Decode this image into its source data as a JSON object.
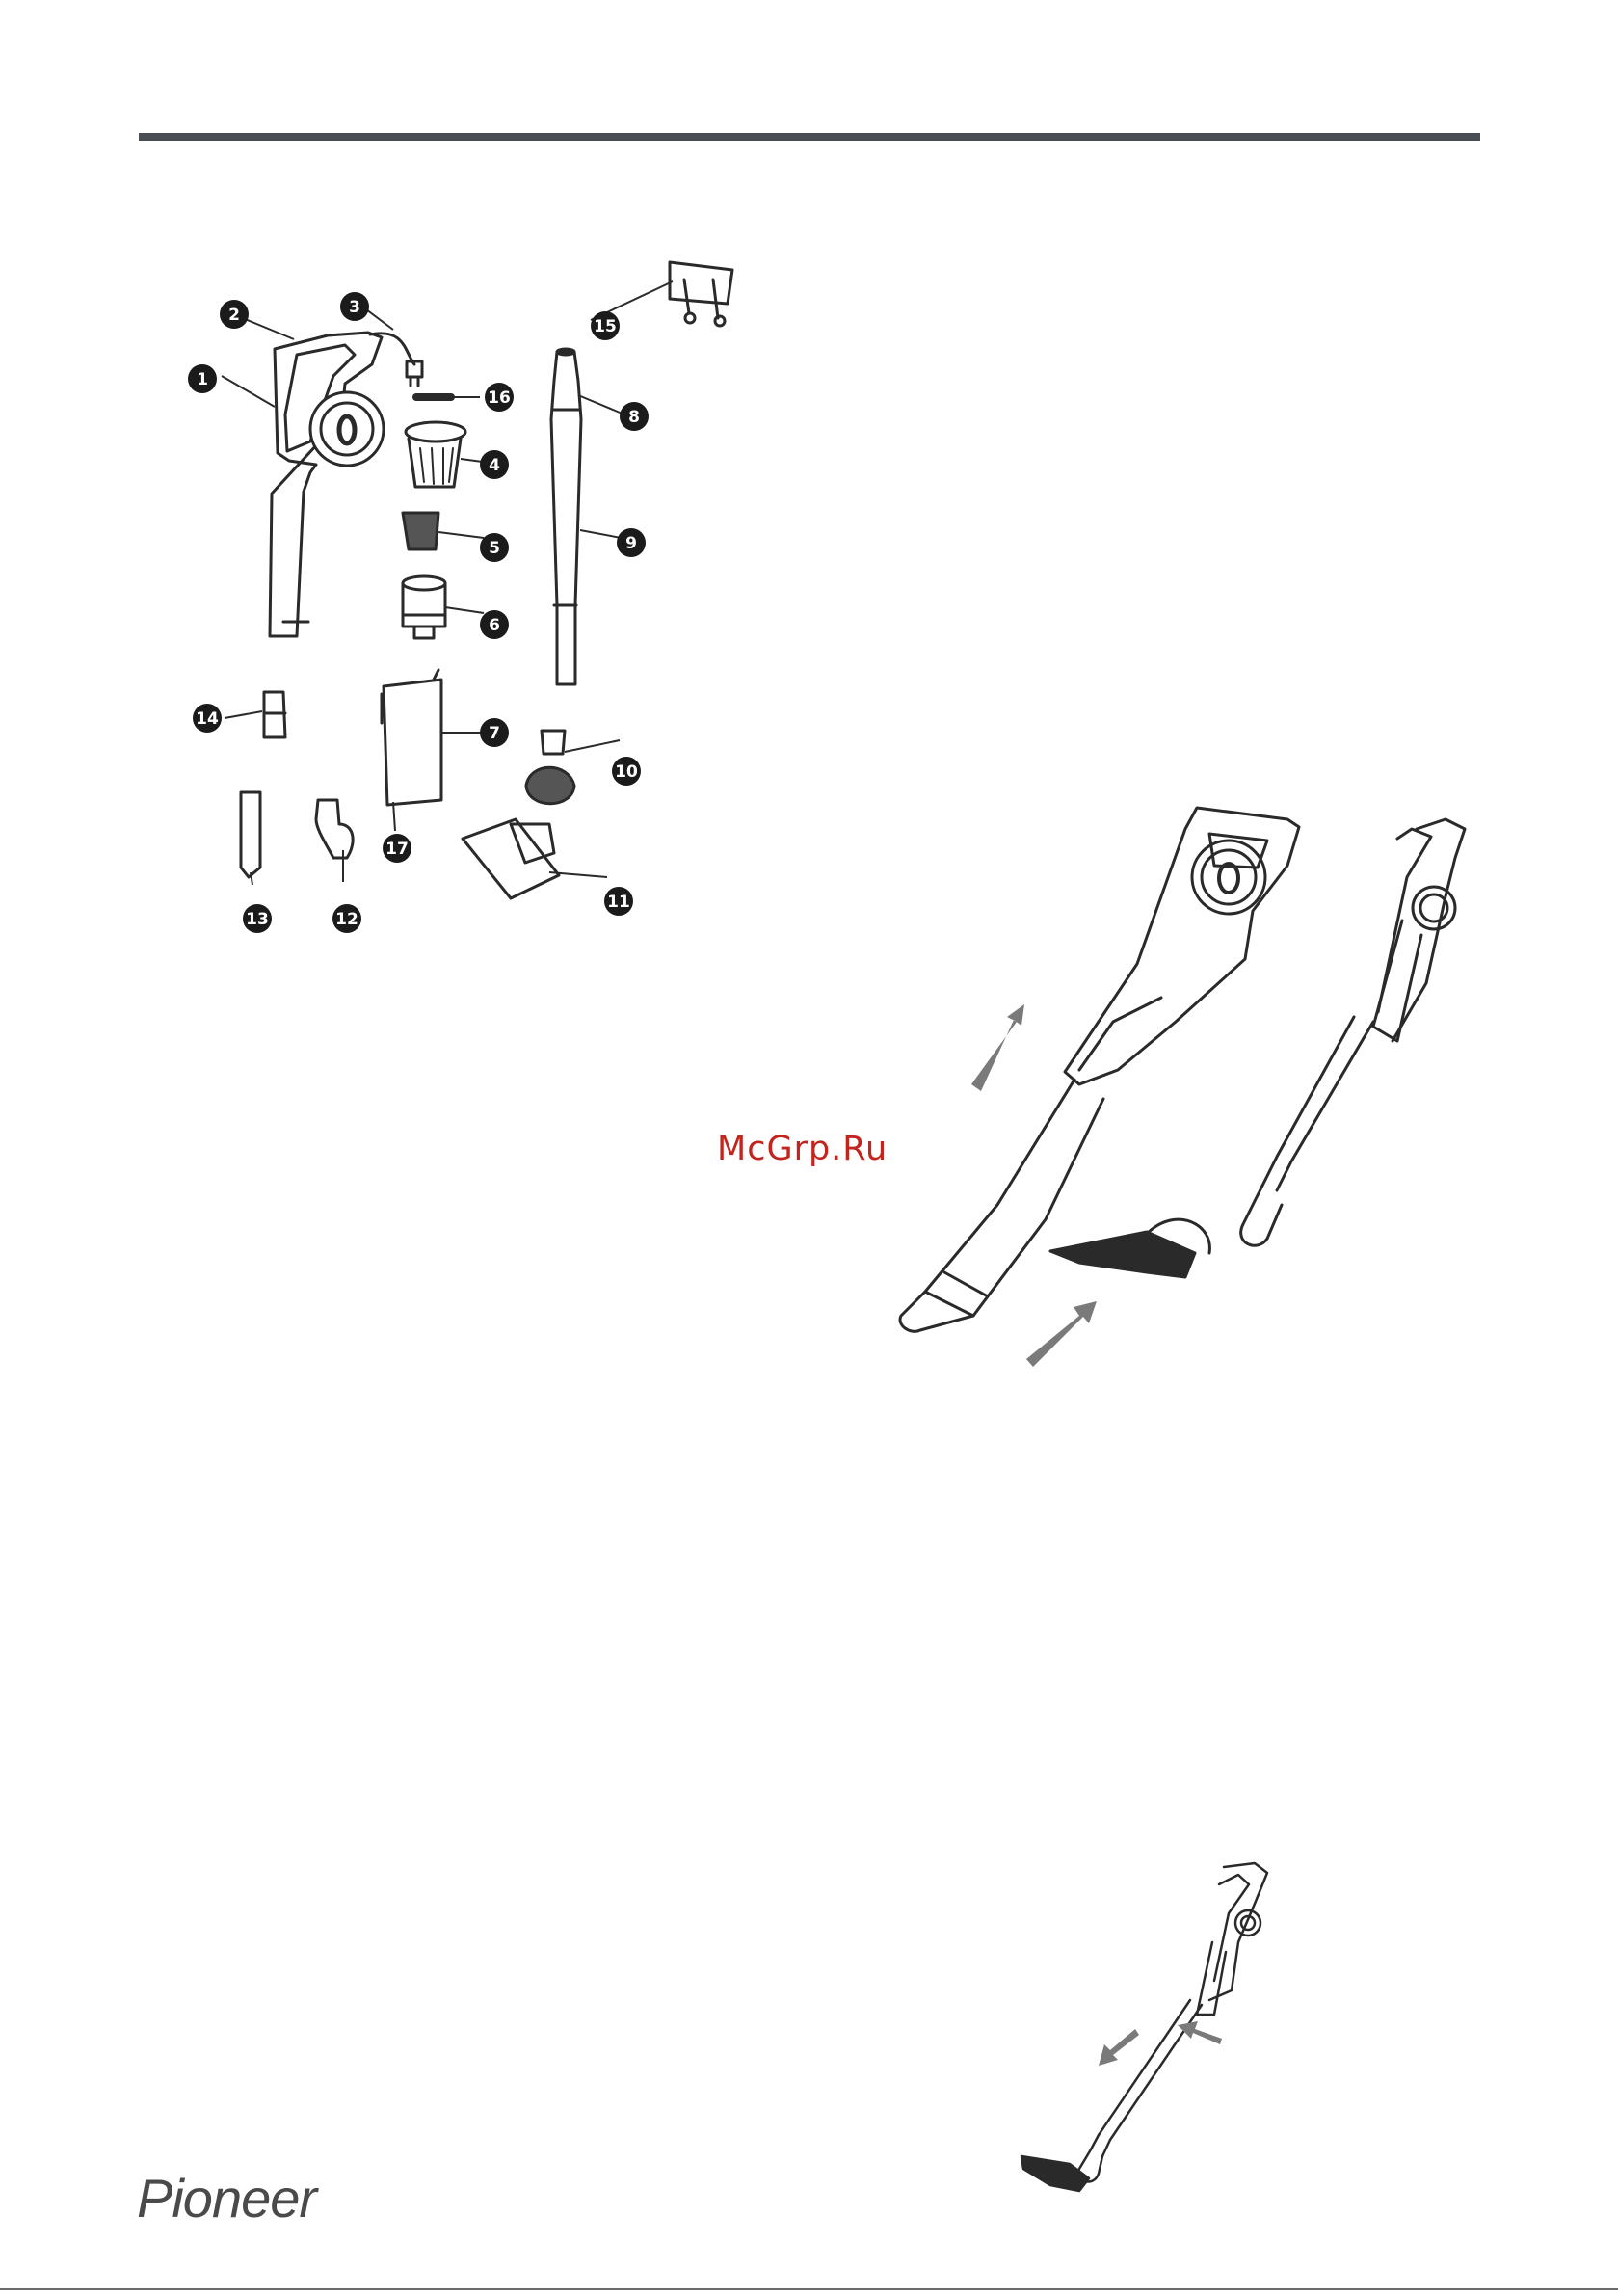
{
  "watermark": {
    "text": "McGrp.Ru"
  },
  "footer": {
    "brand": "Pioneer"
  },
  "parts_diagram": {
    "callouts": [
      "1",
      "2",
      "3",
      "4",
      "5",
      "6",
      "7",
      "8",
      "9",
      "10",
      "11",
      "12",
      "13",
      "14",
      "15",
      "16",
      "17"
    ]
  },
  "colors": {
    "rule": "#4a4d52",
    "watermark": "#c2241e",
    "callout": "#1b1b1b",
    "arrow": "#7a7a7a"
  }
}
